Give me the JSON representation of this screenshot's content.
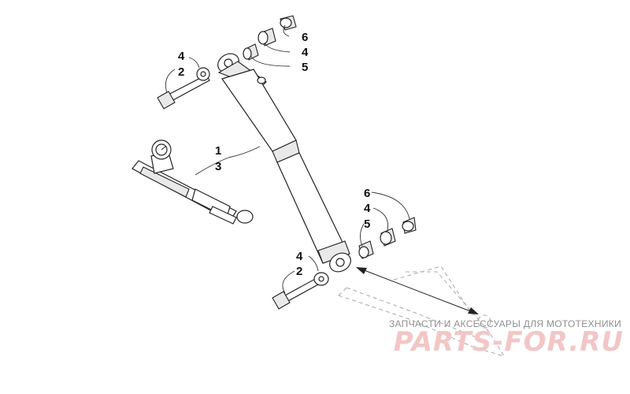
{
  "diagram": {
    "callouts": {
      "top_bolt": [
        "4",
        "2"
      ],
      "top_bushings": [
        "6",
        "4",
        "5"
      ],
      "body": [
        "1",
        "3"
      ],
      "lower_bushings": [
        "6",
        "4",
        "5"
      ],
      "lower_bolt": [
        "4",
        "2"
      ]
    }
  },
  "watermark": {
    "caption": "ЗАПЧАСТИ И АКСЕССУАРЫ ДЛЯ МОТОТЕХНИКИ",
    "brand": "PARTS-FOR.RU",
    "color": "#f3c6c6"
  }
}
